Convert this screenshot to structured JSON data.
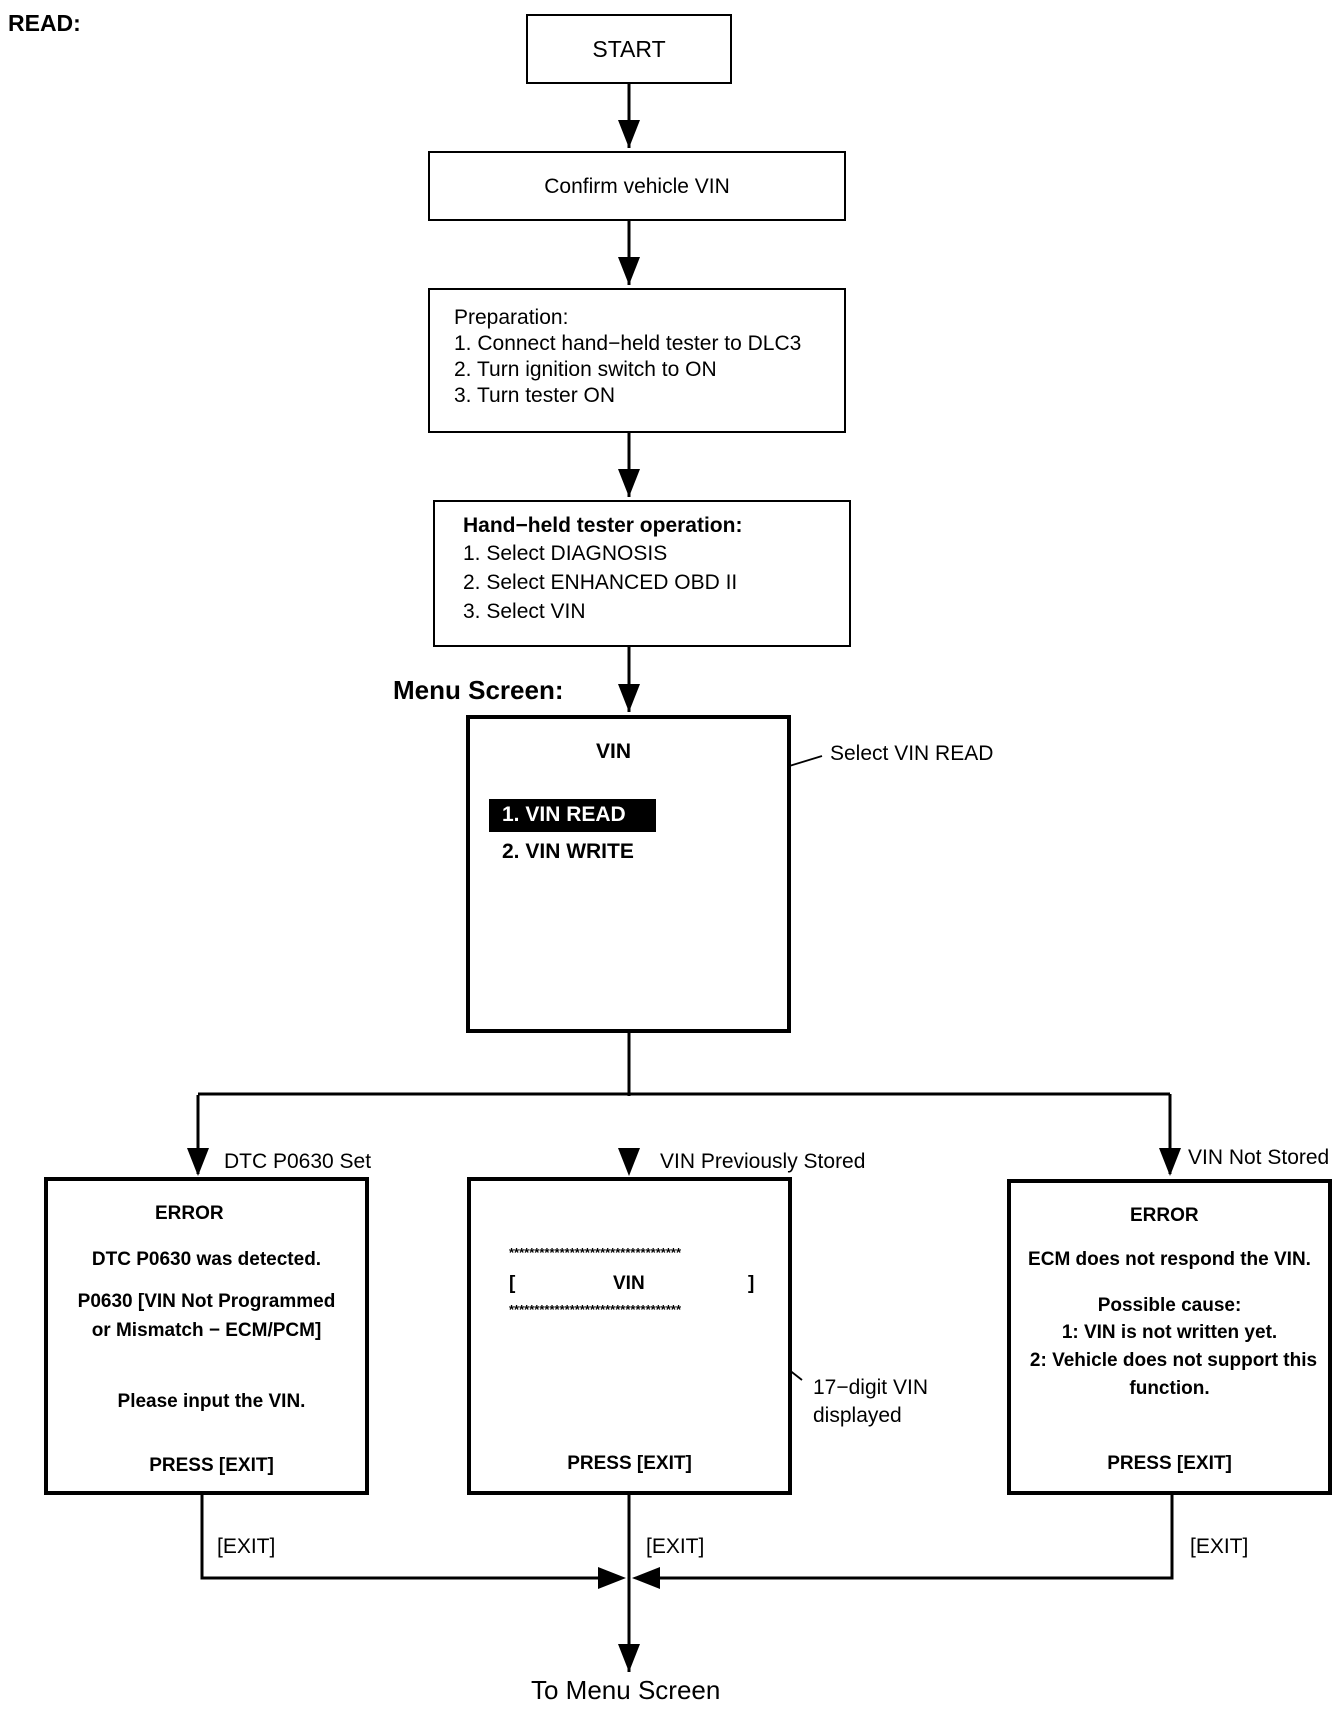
{
  "page_label": "READ:",
  "start": "START",
  "confirm": "Confirm vehicle VIN",
  "preparation": {
    "title": "Preparation:",
    "steps": [
      "1. Connect hand−held tester to DLC3",
      "2. Turn ignition switch to ON",
      "3. Turn tester ON"
    ]
  },
  "tester_operation": {
    "title": "Hand−held tester operation:",
    "steps": [
      "1. Select DIAGNOSIS",
      "2. Select ENHANCED OBD II",
      "3. Select VIN"
    ]
  },
  "menu_screen": {
    "label": "Menu Screen:",
    "title": "VIN",
    "items": [
      "1. VIN READ",
      "2. VIN WRITE"
    ],
    "callout": "Select VIN READ"
  },
  "branches": {
    "dtc": "DTC P0630 Set",
    "stored": "VIN Previously Stored",
    "not_stored": "VIN Not Stored"
  },
  "dtc_screen": {
    "title": "ERROR",
    "line1": "DTC P0630 was detected.",
    "line2": "P0630  [VIN Not Programmed",
    "line3": "or Mismatch − ECM/PCM]",
    "line4": "Please input the VIN.",
    "press": "PRESS [EXIT]"
  },
  "stored_screen": {
    "stars": "**********************************",
    "bracket_open": "[",
    "vin": "VIN",
    "bracket_close": "]",
    "press": "PRESS [EXIT]",
    "callout_line1": "17−digit VIN",
    "callout_line2": "displayed"
  },
  "not_stored_screen": {
    "title": "ERROR",
    "line1": "ECM does not respond the VIN.",
    "line2": "Possible cause:",
    "line3": "1: VIN is not written yet.",
    "line4": "2: Vehicle does not support this",
    "line5": "function.",
    "press": "PRESS [EXIT]"
  },
  "exit_labels": [
    "[EXIT]",
    "[EXIT]",
    "[EXIT]"
  ],
  "footer": "To Menu Screen"
}
